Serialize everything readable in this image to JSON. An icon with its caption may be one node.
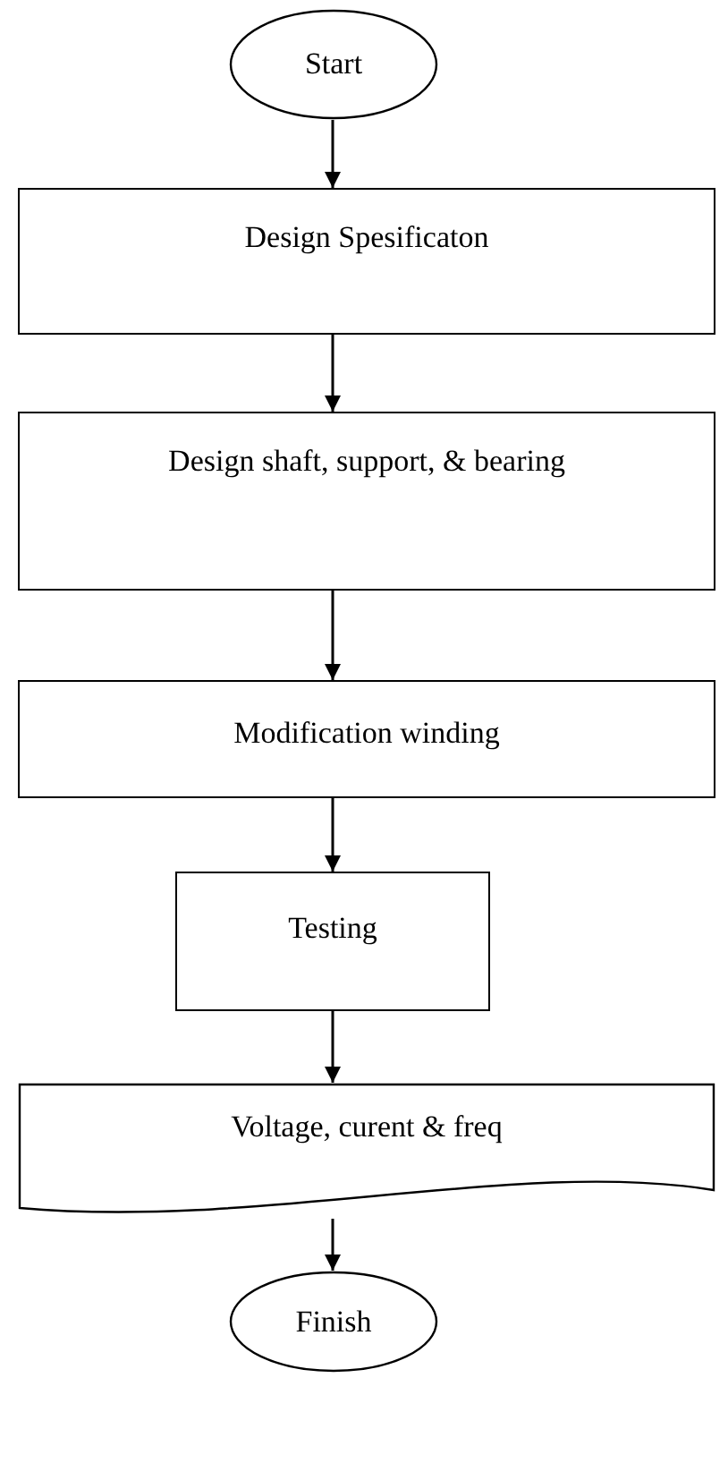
{
  "diagram": {
    "nodes": [
      {
        "text": [
          "Start"
        ]
      },
      {
        "text": [
          "Design Spesificaton"
        ]
      },
      {
        "text": [
          "Design shaft, support, & bearing"
        ]
      },
      {
        "text": [
          "Modification winding"
        ]
      },
      {
        "text": [
          "Testing"
        ]
      },
      {
        "text": [
          "Voltage, curent & freq"
        ]
      },
      {
        "text": [
          "Finish"
        ]
      }
    ],
    "edges": [
      {
        "from": 0,
        "to": 1,
        "arrow": "to"
      },
      {
        "from": 1,
        "to": 2,
        "arrow": "to"
      },
      {
        "from": 2,
        "to": 3,
        "arrow": "to"
      },
      {
        "from": 3,
        "to": 4,
        "arrow": "to"
      },
      {
        "from": 4,
        "to": 5,
        "arrow": "to"
      },
      {
        "from": 5,
        "to": 6,
        "arrow": "to"
      }
    ]
  }
}
